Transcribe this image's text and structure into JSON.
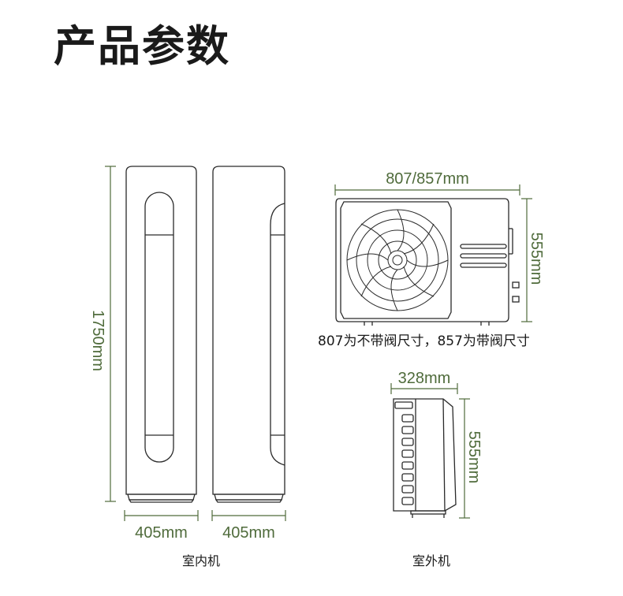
{
  "title": "产品参数",
  "indoor": {
    "height_label": "1750mm",
    "front_width_label": "405mm",
    "side_width_label": "405mm",
    "caption": "室内机"
  },
  "outdoor": {
    "width_label": "807/857mm",
    "front_height_label": "555mm",
    "note": "807为不带阀尺寸，857为带阀尺寸",
    "depth_label": "328mm",
    "side_height_label": "555mm",
    "caption": "室外机"
  },
  "colors": {
    "dimension": "#4f6b3b",
    "outline": "#2a2a2a",
    "text": "#1a1a1a"
  }
}
